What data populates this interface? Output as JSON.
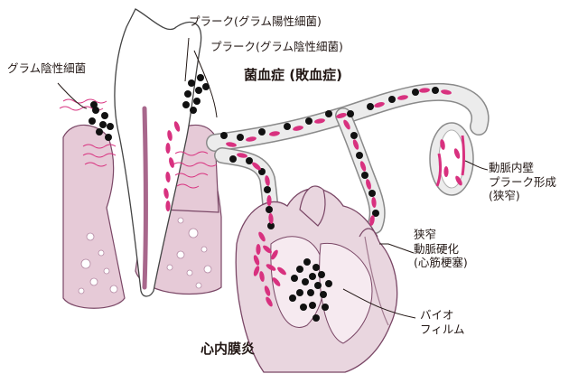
{
  "labels": {
    "gram_negative": "グラム陰性細菌",
    "plaque_gram_positive": "プラーク(グラム陽性細菌)",
    "plaque_gram_negative": "プラーク(グラム陰性細菌)",
    "bacteremia": "菌血症 (敗血症)",
    "artery_wall": [
      "動脈内壁",
      "プラーク形成",
      "(狭窄)"
    ],
    "stenosis": [
      "狭窄",
      "動脈硬化",
      "(心筋梗塞)"
    ],
    "biofilm": [
      "バイオ",
      "フィルム"
    ],
    "endocarditis": "心内膜炎"
  },
  "colors": {
    "tissue_pink": "#e6cad7",
    "tissue_outline": "#7a4766",
    "tooth_white": "#ffffff",
    "vessel_fill": "#ececec",
    "vessel_outline": "#8a8a8a",
    "bacteria_magenta": "#d8317f",
    "bacteria_black": "#111111",
    "heart_fill": "#e9d6df"
  }
}
